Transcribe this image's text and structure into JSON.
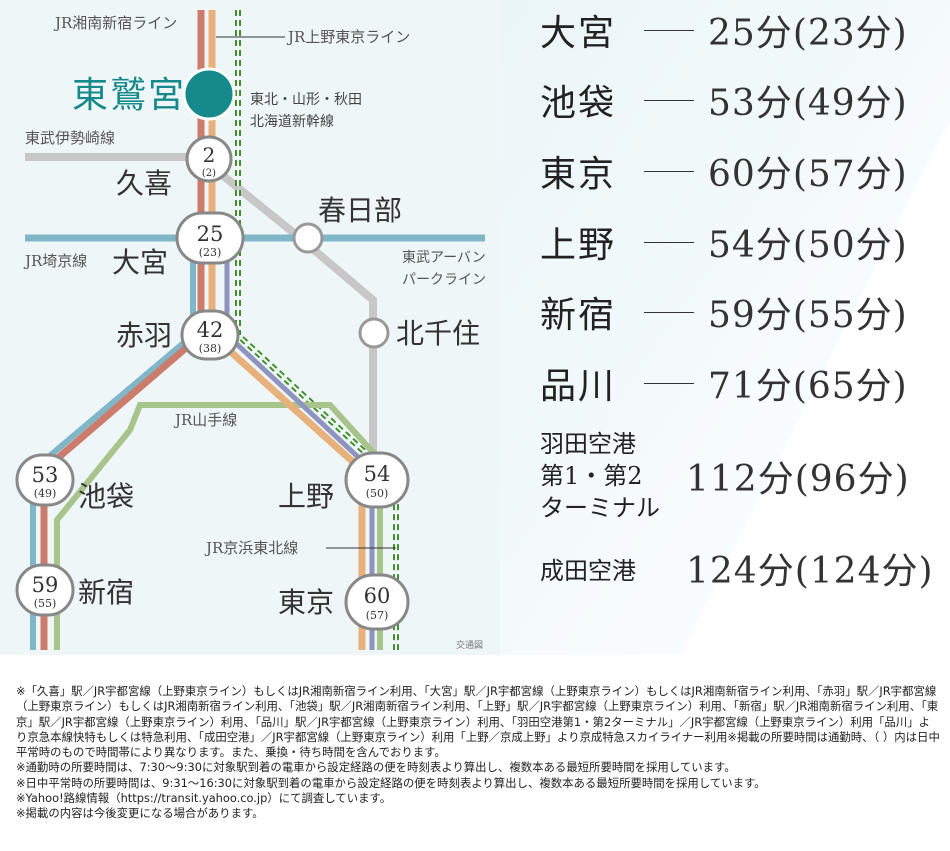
{
  "map": {
    "lines": {
      "shonan_shinjuku": "JR湘南新宿ライン",
      "ueno_tokyo": "JR上野東京ライン",
      "shinkansen_1": "東北・山形・秋田",
      "shinkansen_2": "北海道新幹線",
      "tobu_isesaki": "東武伊勢崎線",
      "saikyo": "JR埼京線",
      "urban_park_1": "東武アーバン",
      "urban_park_2": "パークライン",
      "yamanote": "JR山手線",
      "keihin_tohoku": "JR京浜東北線"
    },
    "stations": {
      "higashi_washinomiya": "東鷲宮",
      "kuki": "久喜",
      "omiya": "大宮",
      "kasukabe": "春日部",
      "akabane": "赤羽",
      "kita_senju": "北千住",
      "ikebukuro": "池袋",
      "ueno": "上野",
      "shinjuku": "新宿",
      "tokyo": "東京"
    },
    "nodes": {
      "kuki": {
        "main": "2",
        "sub": "(2)"
      },
      "omiya": {
        "main": "25",
        "sub": "(23)"
      },
      "akabane": {
        "main": "42",
        "sub": "(38)"
      },
      "ikebukuro": {
        "main": "53",
        "sub": "(49)"
      },
      "ueno": {
        "main": "54",
        "sub": "(50)"
      },
      "shinjuku": {
        "main": "59",
        "sub": "(55)"
      },
      "tokyo": {
        "main": "60",
        "sub": "(57)"
      }
    },
    "caption": "交通図",
    "colors": {
      "shonan": "#cd7c6b",
      "ueno_line": "#e8b07a",
      "saikyo": "#7fb6c8",
      "keihin": "#8e93bf",
      "yamanote": "#a7c48a",
      "shinkansen": "#3f8f2c",
      "tobu": "#c7c7c7",
      "highlight": "#168a8a"
    }
  },
  "times": [
    {
      "station": "大宮",
      "time": "25分",
      "paren": "(23分)"
    },
    {
      "station": "池袋",
      "time": "53分",
      "paren": "(49分)"
    },
    {
      "station": "東京",
      "time": "60分",
      "paren": "(57分)"
    },
    {
      "station": "上野",
      "time": "54分",
      "paren": "(50分)"
    },
    {
      "station": "新宿",
      "time": "59分",
      "paren": "(55分)"
    },
    {
      "station": "品川",
      "time": "71分",
      "paren": "(65分)"
    }
  ],
  "haneda": {
    "line1": "羽田空港",
    "line2": "第1・第2",
    "line3": "ターミナル",
    "time": "112分",
    "paren": "(96分)"
  },
  "narita": {
    "station": "成田空港",
    "time": "124分",
    "paren": "(124分)"
  },
  "notes": [
    "※「久喜」駅／JR宇都宮線（上野東京ライン）もしくはJR湘南新宿ライン利用、「大宮」駅／JR宇都宮線（上野東京ライン）もしくはJR湘南新宿ライン利用、「赤羽」駅／JR宇都宮線（上野東京ライン）もしくはJR湘南新宿ライン利用、「池袋」駅／JR湘南新宿ライン利用、「上野」駅／JR宇都宮線（上野東京ライン）利用、「新宿」駅／JR湘南新宿ライン利用、「東京」駅／JR宇都宮線（上野東京ライン）利用、「品川」駅／JR宇都宮線（上野東京ライン）利用、「羽田空港第1・第2ターミナル」／JR宇都宮線（上野東京ライン）利用「品川」より京急本線快特もしくは特急利用、「成田空港」／JR宇都宮線（上野東京ライン）利用「上野／京成上野」より京成特急スカイライナー利用※掲載の所要時間は通勤時、（ ）内は日中平常時のもので時間帯により異なります。また、乗換・待ち時間を含んでおります。",
    "※通勤時の所要時間は、7:30～9:30に対象駅到着の電車から設定経路の便を時刻表より算出し、複数本ある最短所要時間を採用しています。",
    "※日中平常時の所要時間は、9:31～16:30に対象駅到着の電車から設定経路の便を時刻表より算出し、複数本ある最短所要時間を採用しています。",
    "※Yahoo!路線情報（https://transit.yahoo.co.jp）にて調査しています。",
    "※掲載の内容は今後変更になる場合があります。"
  ]
}
